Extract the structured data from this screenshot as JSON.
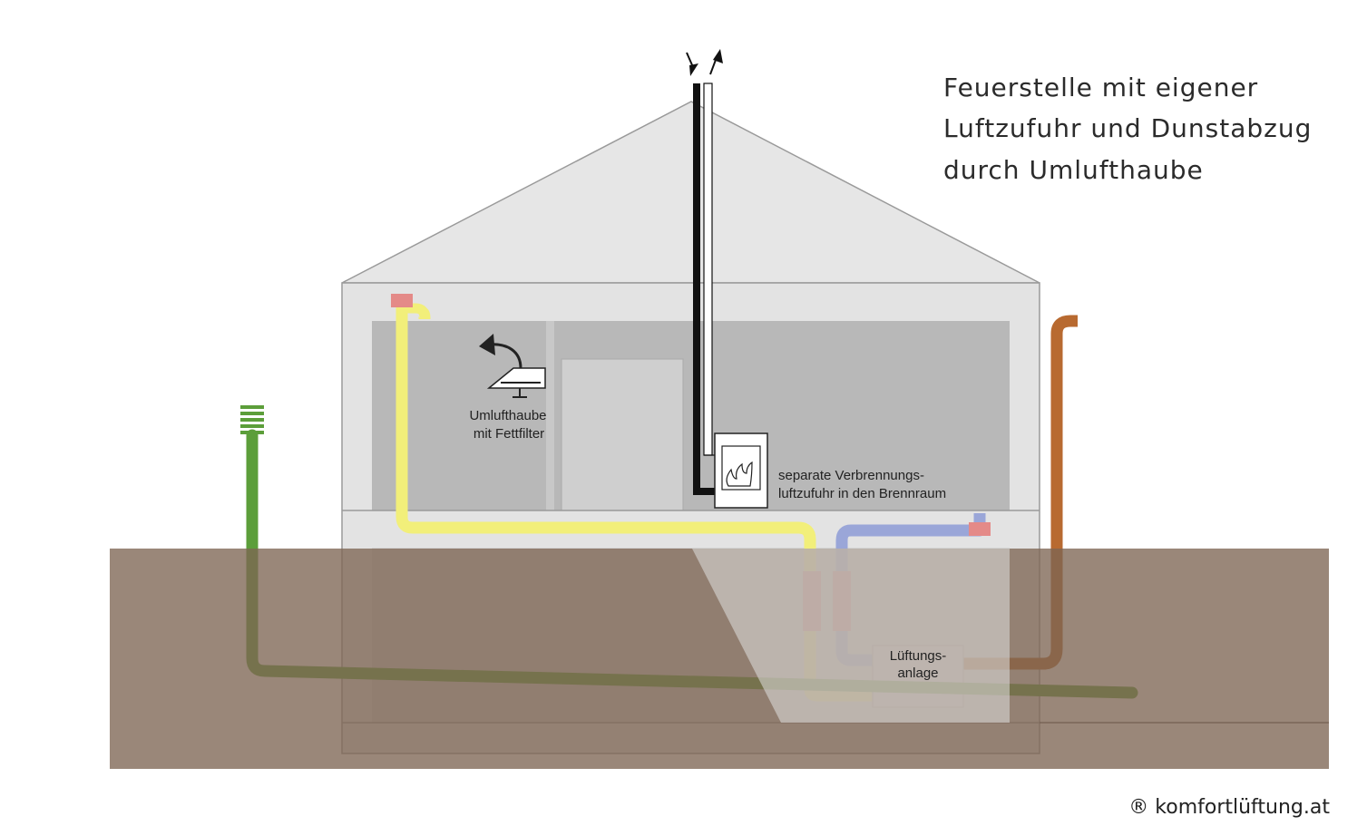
{
  "title": {
    "line1": "Feuerstelle mit eigener",
    "line2": "Luftzufuhr und Dunstabzug",
    "line3": "durch Umlufthaube"
  },
  "labels": {
    "hood_line1": "Umlufthaube",
    "hood_line2": "mit Fettfilter",
    "stove_line1": "separate Verbrennungs-",
    "stove_line2": "luftzufuhr in den Brennraum",
    "unit_line1": "Lüftungs-",
    "unit_line2": "anlage"
  },
  "copyright": "® komfortlüftung.at",
  "colors": {
    "earth": "#9a8676",
    "house_fill": "#e3e3e3",
    "room": "#b7b7b7",
    "supply_duct": "#f2ef7a",
    "extract_duct": "#9aa6d8",
    "outdoor_duct": "#5c9e3a",
    "exhaust_duct": "#b86a30",
    "heater_red": "#e48a88",
    "chimney": "#111111"
  },
  "icons": {
    "hood": "cooker-hood-icon",
    "stove": "fireplace-icon",
    "intake": "air-intake-grille-icon"
  }
}
